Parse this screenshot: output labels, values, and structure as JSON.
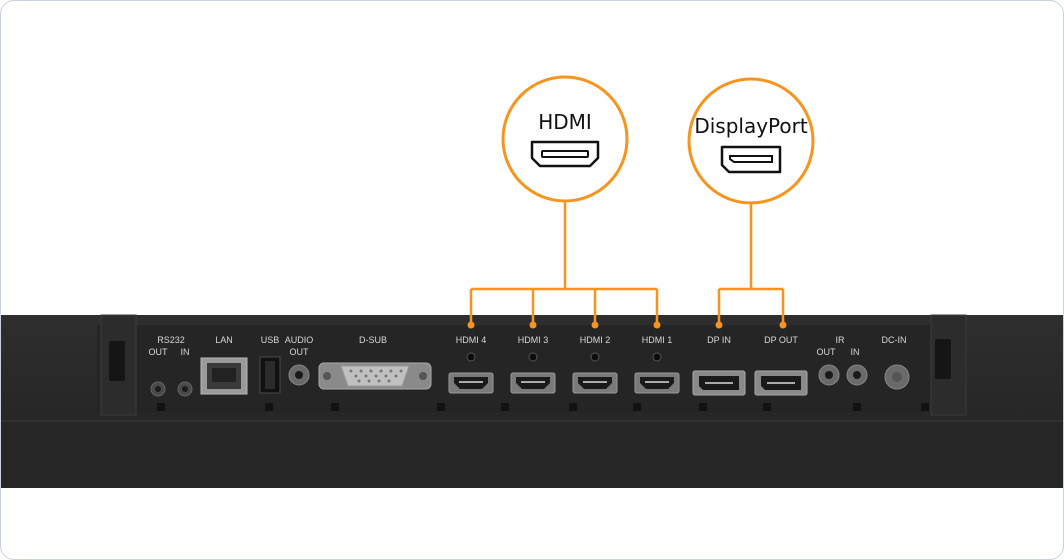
{
  "accent_color": "#f7941d",
  "callouts": [
    {
      "id": "hdmi",
      "title": "HDMI",
      "icon": "hdmi-port-icon"
    },
    {
      "id": "displayport",
      "title": "DisplayPort",
      "icon": "displayport-port-icon"
    }
  ],
  "ports": {
    "rs232": "RS232",
    "rs232_out": "OUT",
    "rs232_in": "IN",
    "lan": "LAN",
    "usb": "USB",
    "audio": "AUDIO",
    "audio_out": "OUT",
    "dsub": "D-SUB",
    "hdmi4": "HDMI 4",
    "hdmi3": "HDMI 3",
    "hdmi2": "HDMI 2",
    "hdmi1": "HDMI 1",
    "dp_in": "DP IN",
    "dp_out": "DP OUT",
    "ir": "IR",
    "ir_out": "OUT",
    "ir_in": "IN",
    "dc_in": "DC-IN"
  }
}
